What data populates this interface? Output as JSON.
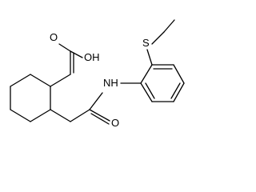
{
  "molecule": {
    "atoms": {
      "carboxyl_oxygen": "O",
      "hydroxyl": "OH",
      "amide_nh": "NH",
      "amide_oxygen": "O",
      "sulfur": "S"
    }
  }
}
